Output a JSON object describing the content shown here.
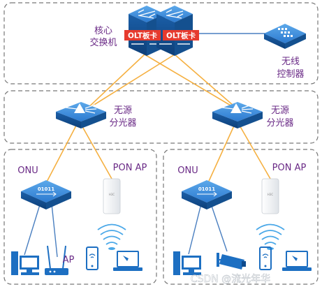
{
  "labels": {
    "core_switch": [
      "核心",
      "交换机"
    ],
    "olt_card_left": "OLT板卡",
    "olt_card_right": "OLT板卡",
    "wireless_controller": [
      "无线",
      "控制器"
    ],
    "splitter_left": [
      "无源",
      "分光器"
    ],
    "splitter_right": [
      "无源",
      "分光器"
    ],
    "onu_left": "ONU",
    "onu_right": "ONU",
    "pon_ap_left": "PON AP",
    "pon_ap_right": "PON AP",
    "ap": "AP",
    "onu_device_text": "ONU",
    "onu_code": "01011",
    "ap_device_text": "H3C",
    "watermark": "CSDN @流光年华"
  },
  "colors": {
    "device_blue": "#1d6fc2",
    "device_dark": "#0d4a8c",
    "fiber_orange": "#f5b041",
    "ethernet_blue": "#4a7fc0",
    "label_purple": "#6a2a86",
    "olt_badge_red": "#e63a2e",
    "dashed_border": "#777777"
  }
}
